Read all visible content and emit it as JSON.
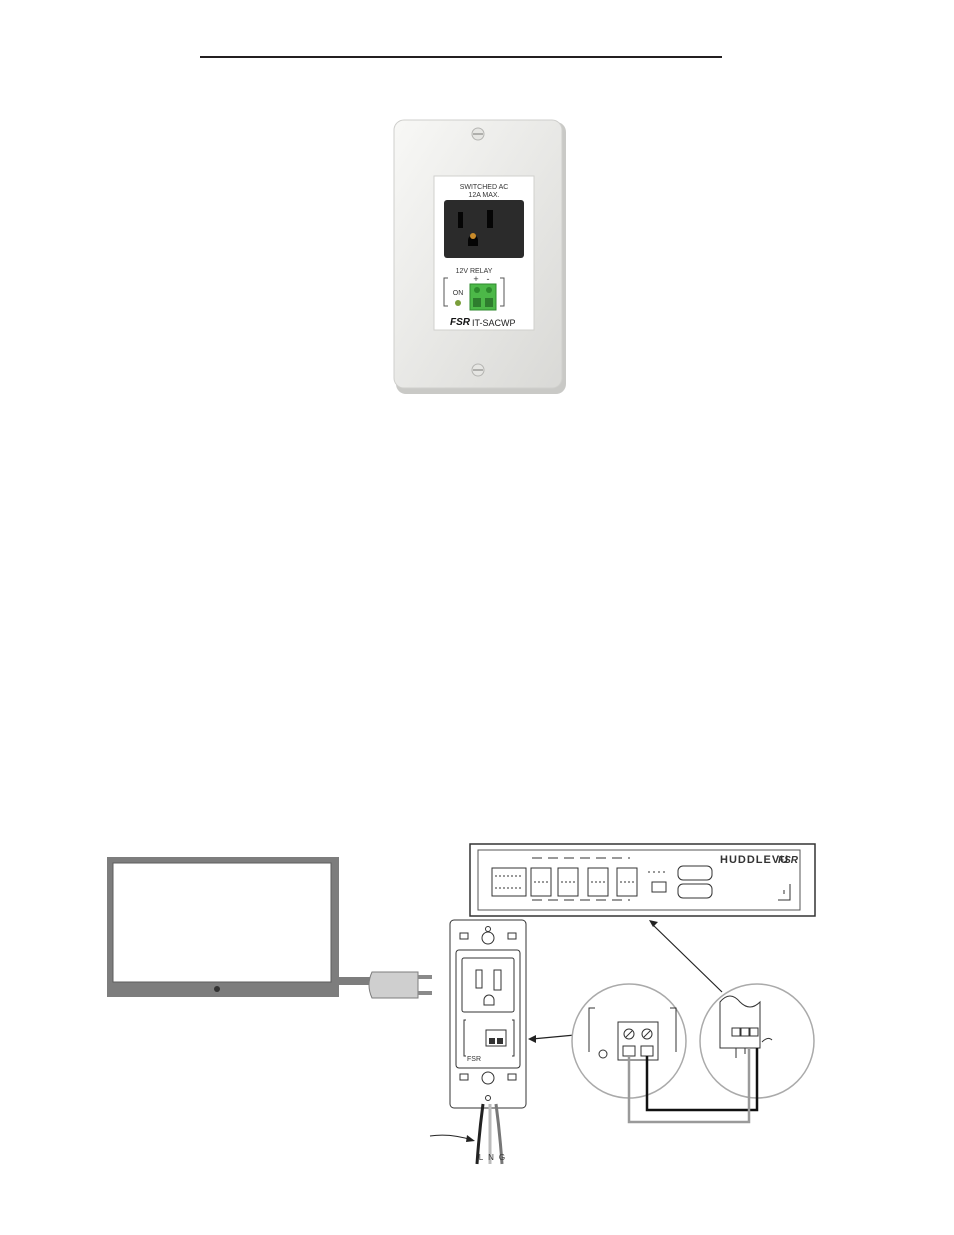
{
  "wallplate": {
    "brand": "FSR",
    "model": "IT-SACWP",
    "outlet_label_line1": "SWITCHED AC",
    "outlet_label_line2": "12A MAX.",
    "relay_label": "12V RELAY",
    "relay_plus": "+",
    "relay_minus": "-",
    "led_label": "ON"
  },
  "diagram": {
    "controller_brand": "HUDDLEVU",
    "controller_maker": "FSR",
    "plate_brand": "FSR",
    "wire_label_l": "L",
    "wire_label_n": "N",
    "wire_label_g": "G"
  },
  "colors": {
    "terminal_green": "#4cb848",
    "outlet_dark": "#2b2b2b",
    "plate_white": "#f4f4f2",
    "wire_gray": "#9a9a9a"
  }
}
